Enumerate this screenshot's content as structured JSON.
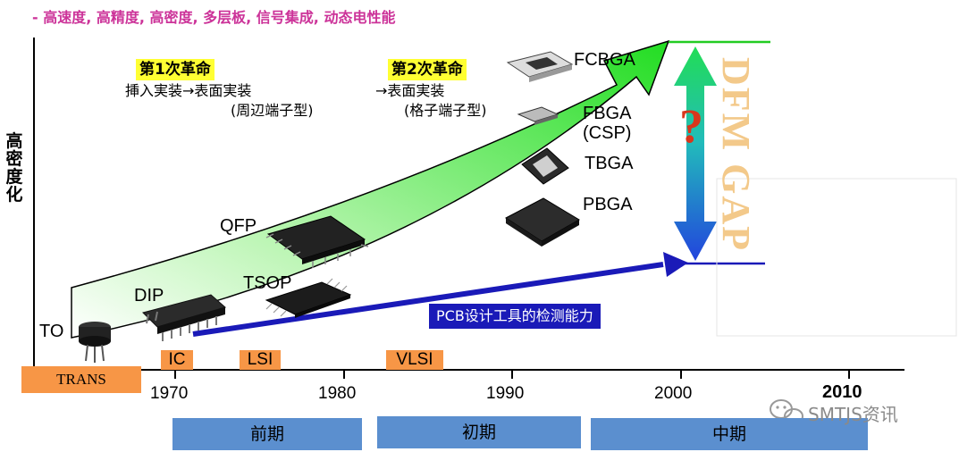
{
  "headline": "- 高速度, 高精度, 高密度, 多层板, 信号集成, 动态电性能",
  "y_axis_label": "高密度化",
  "revolutions": [
    {
      "tag": "第1次革命",
      "line1": "挿入実装→表面実装",
      "line2": "(周辺端子型)"
    },
    {
      "tag": "第2次革命",
      "line1": "→表面実装",
      "line2": "(格子端子型)"
    }
  ],
  "packages": {
    "to": "TO",
    "dip": "DIP",
    "qfp": "QFP",
    "tsop": "TSOP",
    "fcbga": "FCBGA",
    "fbga": "FBGA",
    "csp": "(CSP)",
    "tbga": "TBGA",
    "pbga": "PBGA"
  },
  "eras": {
    "trans": "TRANS",
    "ic": "IC",
    "lsi": "LSI",
    "vlsi": "VLSI"
  },
  "years": {
    "y1970": "1970",
    "y1980": "1980",
    "y1990": "1990",
    "y2000": "2000",
    "y2010": "2010"
  },
  "phases": {
    "early": "前期",
    "initial": "初期",
    "middle": "中期"
  },
  "pcb_label": "PCB设计工具的检测能力",
  "gap": {
    "text": "DFM GAP",
    "question": "?"
  },
  "watermark": "SMTJS资讯",
  "colors": {
    "headline": "#cc3399",
    "arrow_green": "#33dd33",
    "pcb_blue": "#1a1ab8",
    "era_orange": "#f79646",
    "phase_blue": "#5b8fcf",
    "tag_yellow": "#ffff33",
    "dfm_text": "#f3c98a",
    "question_red": "#d9361c"
  },
  "icons": [
    "chip-icon",
    "double-arrow-icon",
    "wechat-icon"
  ]
}
